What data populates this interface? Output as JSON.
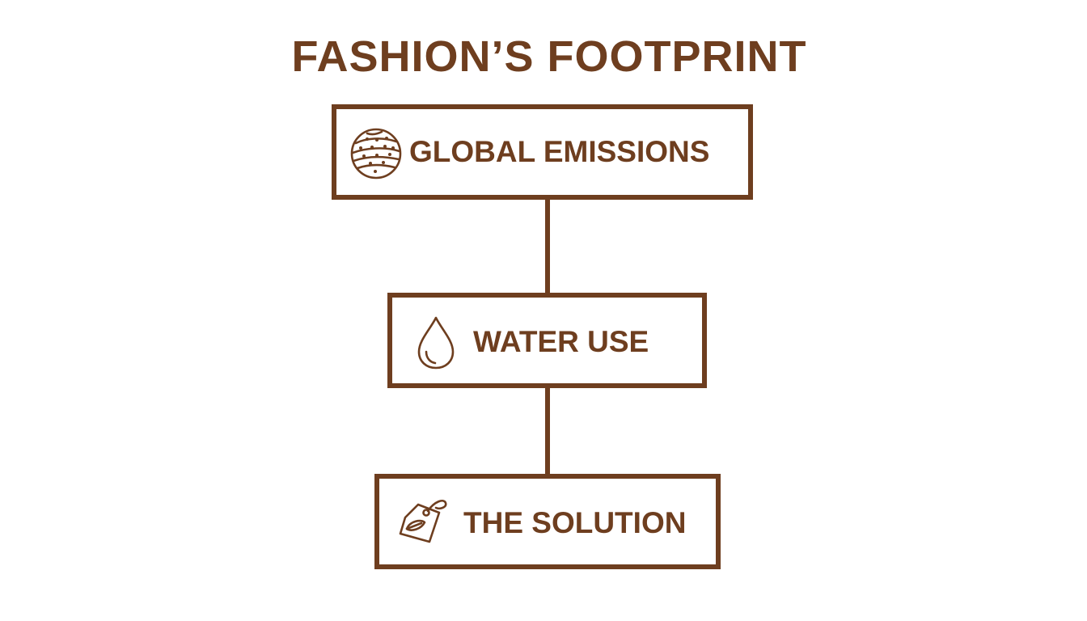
{
  "title": "FASHION’S FOOTPRINT",
  "nodes": [
    {
      "label": "GLOBAL EMISSIONS",
      "icon": "globe-icon"
    },
    {
      "label": "WATER USE",
      "icon": "water-drop-icon"
    },
    {
      "label": "THE SOLUTION",
      "icon": "eco-tag-icon"
    }
  ],
  "colors": {
    "primary": "#6e3e1f",
    "background": "#ffffff"
  }
}
